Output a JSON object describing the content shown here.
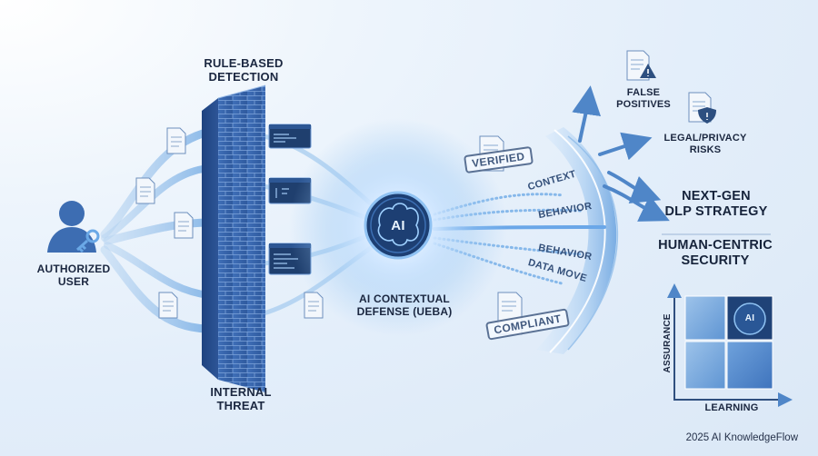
{
  "labels": {
    "rule_based": "RULE-BASED\nDETECTION",
    "authorized_user": "AUTHORIZED\nUSER",
    "internal_threat": "INTERNAL\nTHREAT",
    "ai_defense": "AI CONTEXTUAL\nDEFENSE (UEBA)",
    "ai_core": "AI",
    "false_positives": "FALSE\nPOSITIVES",
    "legal_privacy": "LEGAL/PRIVACY\nRISKS",
    "next_gen": "NEXT-GEN\nDLP STRATEGY",
    "human_centric": "HUMAN-CENTRIC\nSECURITY"
  },
  "stamps": {
    "verified": "VERIFIED",
    "compliant": "COMPLIANT"
  },
  "stream_tags": [
    "CONTEXT",
    "BEHAVIOR",
    "BEHAVIOR",
    "DATA MOVE"
  ],
  "matrix": {
    "y_axis": "ASSURANCE",
    "x_axis": "LEARNING",
    "badge": "AI"
  },
  "footer": "2025 AI KnowledgeFlow"
}
